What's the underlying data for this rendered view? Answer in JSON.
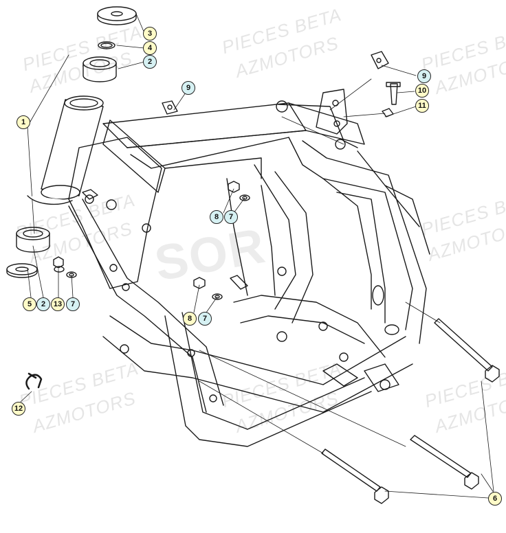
{
  "watermarks": {
    "brand": "PIECES BETA",
    "dealer": "AZMOTORS",
    "logo": "SOR"
  },
  "legend_colors": {
    "yellow": "#fffbc8",
    "cyan": "#d6f1f3"
  },
  "callouts": [
    {
      "id": "c3",
      "label": "3",
      "color": "yellow"
    },
    {
      "id": "c4",
      "label": "4",
      "color": "yellow"
    },
    {
      "id": "c2a",
      "label": "2",
      "color": "cyan"
    },
    {
      "id": "c1",
      "label": "1",
      "color": "yellow"
    },
    {
      "id": "c9a",
      "label": "9",
      "color": "cyan"
    },
    {
      "id": "c9b",
      "label": "9",
      "color": "cyan"
    },
    {
      "id": "c10",
      "label": "10",
      "color": "yellow"
    },
    {
      "id": "c11",
      "label": "11",
      "color": "yellow"
    },
    {
      "id": "c8a",
      "label": "8",
      "color": "cyan"
    },
    {
      "id": "c7a",
      "label": "7",
      "color": "cyan"
    },
    {
      "id": "c5",
      "label": "5",
      "color": "yellow"
    },
    {
      "id": "c2b",
      "label": "2",
      "color": "cyan"
    },
    {
      "id": "c13",
      "label": "13",
      "color": "yellow"
    },
    {
      "id": "c7b",
      "label": "7",
      "color": "cyan"
    },
    {
      "id": "c8b",
      "label": "8",
      "color": "yellow"
    },
    {
      "id": "c7c",
      "label": "7",
      "color": "cyan"
    },
    {
      "id": "c12",
      "label": "12",
      "color": "yellow"
    },
    {
      "id": "c6",
      "label": "6",
      "color": "yellow"
    }
  ]
}
